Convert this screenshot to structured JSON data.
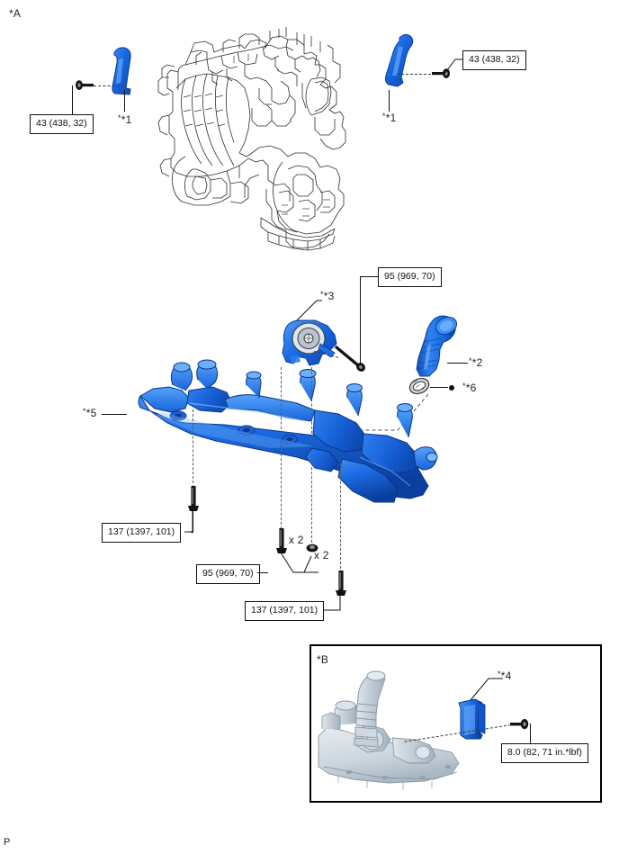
{
  "page": {
    "section_marker_a": "*A",
    "section_marker_b": "*B",
    "page_code": "P",
    "accent_color": "#1766e0",
    "line_color": "#2e2e2e"
  },
  "figure_a": {
    "title_marker": "*A",
    "component_left": {
      "ref": "*1",
      "icon": "engine-mount-stay-left-icon",
      "torque_label": "43 (438, 32)",
      "fastener": "bolt-icon"
    },
    "component_right": {
      "ref": "*1",
      "icon": "engine-mount-stay-right-icon",
      "torque_label": "43 (438, 32)",
      "fastener": "bolt-icon"
    },
    "engine_illustration": "engine-assembly-icon"
  },
  "figure_main": {
    "engine_mount": {
      "ref": "*3",
      "icon": "engine-mount-insulator-icon",
      "torque_label": "95 (969, 70)",
      "fastener": "long-bolt-icon"
    },
    "air_duct": {
      "ref": "*2",
      "icon": "air-cleaner-hose-icon"
    },
    "o_ring": {
      "ref": "*6",
      "icon": "o-ring-icon",
      "bullet": "●"
    },
    "suspension_crossmember": {
      "ref": "*5",
      "icon": "front-suspension-crossmember-icon"
    },
    "fasteners": [
      {
        "name": "crossmember-front-bolt",
        "torque_label": "137 (1397, 101)",
        "qty": ""
      },
      {
        "name": "crossmember-mid-bolt",
        "torque_label": "95 (969, 70)",
        "qty": "x 2"
      },
      {
        "name": "crossmember-mid-nut",
        "torque_label": "95 (969, 70)",
        "qty": "x 2"
      },
      {
        "name": "crossmember-rear-bolt",
        "torque_label": "137 (1397, 101)",
        "qty": ""
      }
    ],
    "torque_labels": {
      "front_bolt": "137 (1397, 101)",
      "mid": "95 (969, 70)",
      "rear_bolt": "137 (1397, 101)",
      "mount": "95 (969, 70)"
    },
    "qty_mid_bolt": "x 2",
    "qty_mid_nut": "x 2"
  },
  "figure_b": {
    "title_marker": "*B",
    "bracket": {
      "ref": "*4",
      "icon": "exhaust-pipe-bracket-icon"
    },
    "fastener": {
      "icon": "bolt-icon",
      "torque_label": "8.0 (82, 71 in.*lbf)"
    },
    "background": "transmission-exhaust-assembly-icon"
  }
}
